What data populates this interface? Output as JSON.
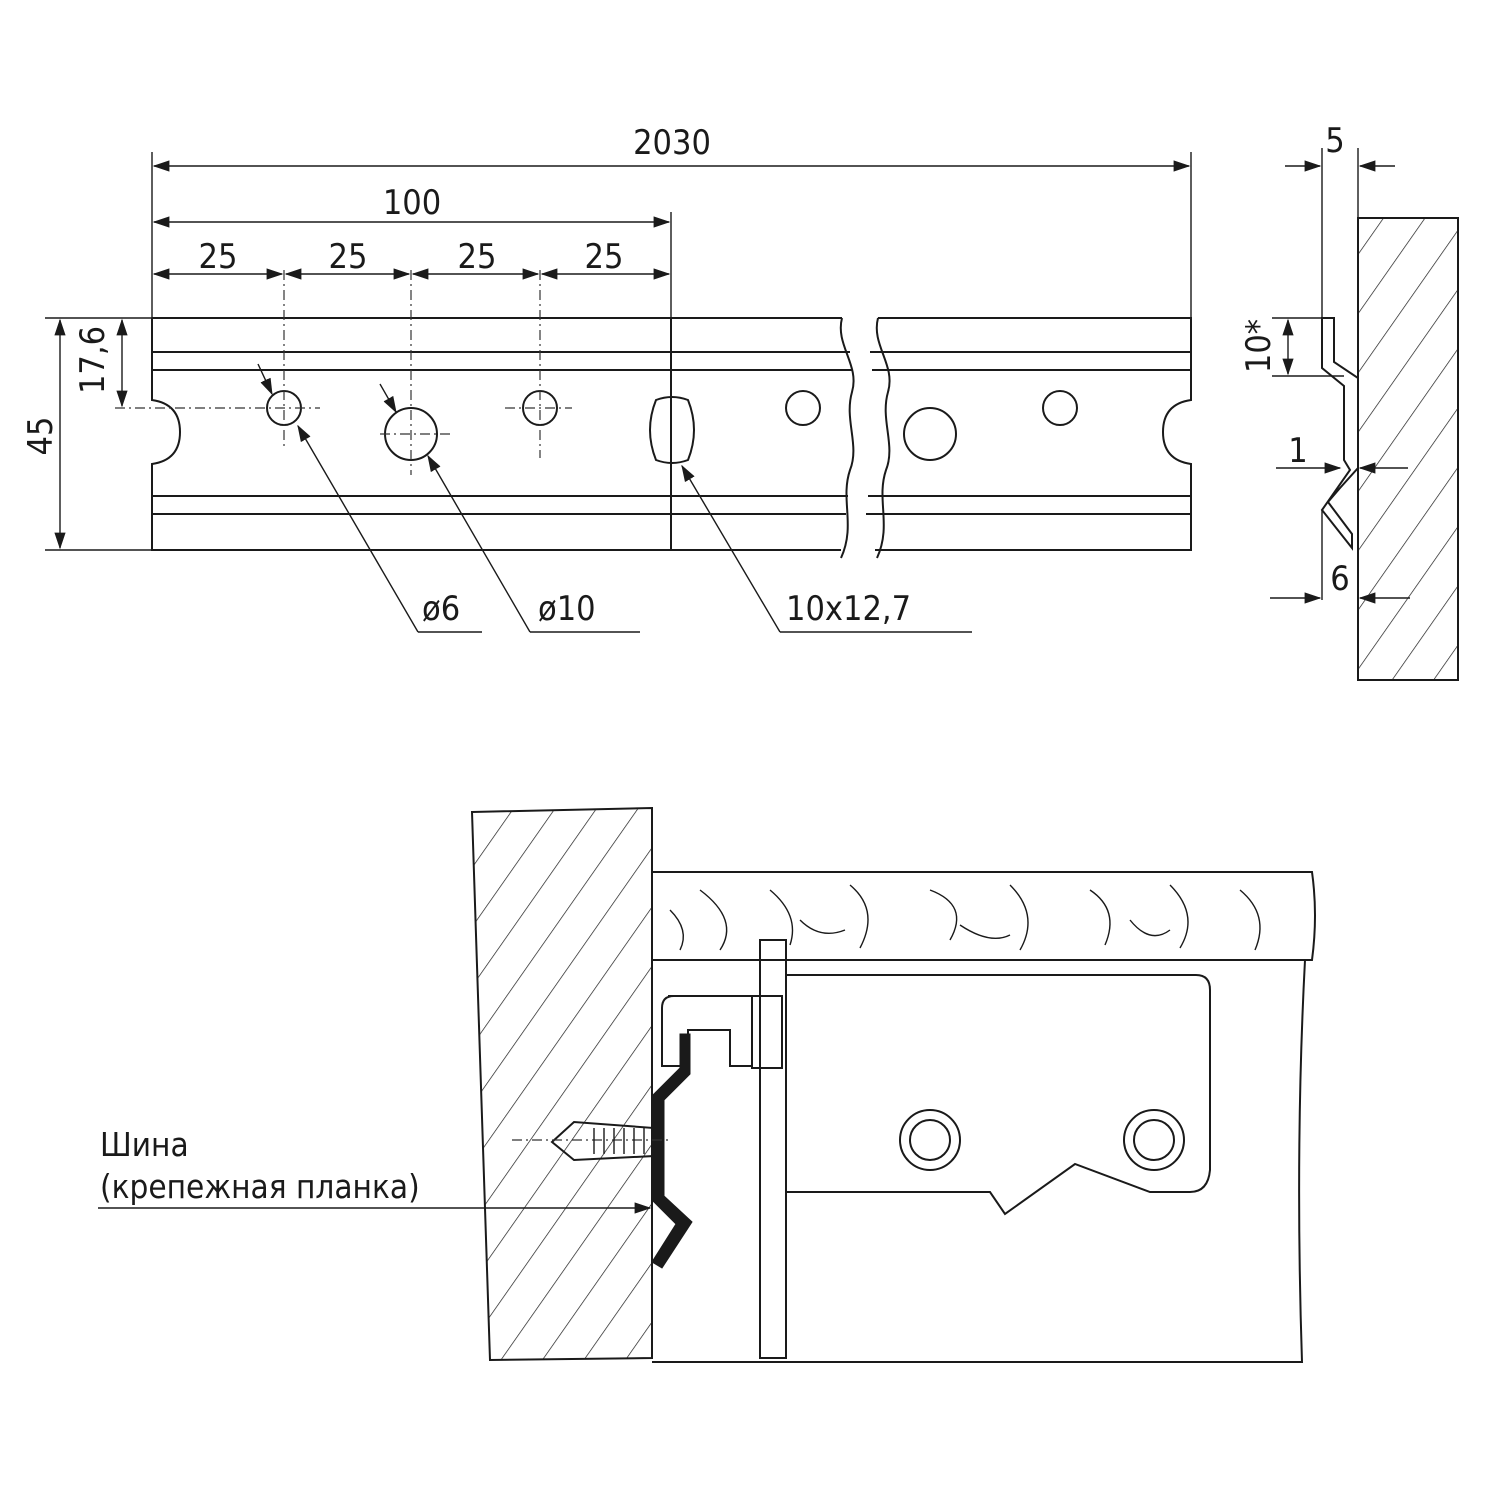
{
  "dimensions": {
    "total_length": "2030",
    "pitch_100": "100",
    "step_1": "25",
    "step_2": "25",
    "step_3": "25",
    "step_4": "25",
    "height_total": "45",
    "height_to_hole": "17,6"
  },
  "callouts": {
    "hole_small": "ø6",
    "hole_large": "ø10",
    "slot": "10x12,7"
  },
  "profile": {
    "offset_top": "5",
    "offset_bottom": "6",
    "depth_top": "10*",
    "thickness": "1"
  },
  "installation": {
    "label_line1": "Шина",
    "label_line2": "(крепежная планка)"
  }
}
